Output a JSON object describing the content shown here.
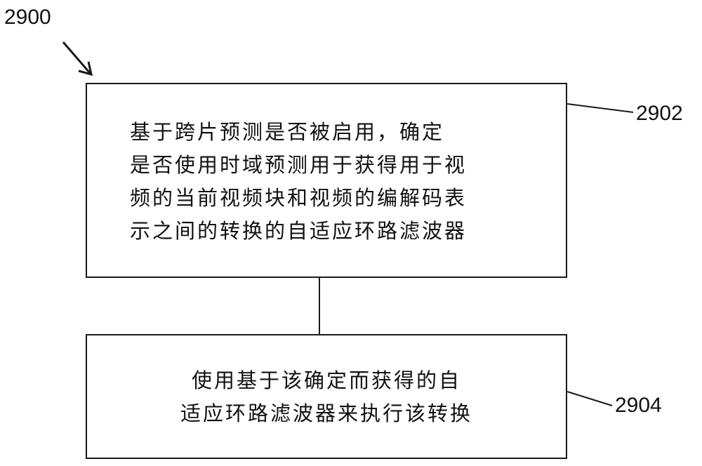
{
  "figure_ref": "2900",
  "steps": [
    {
      "ref": "2902",
      "lines": [
        "基于跨片预测是否被启用，确定",
        "是否使用时域预测用于获得用于视",
        "频的当前视频块和视频的编解码表",
        "示之间的转换的自适应环路滤波器"
      ]
    },
    {
      "ref": "2904",
      "lines": [
        "使用基于该确定而获得的自",
        "适应环路滤波器来执行该转换"
      ]
    }
  ]
}
